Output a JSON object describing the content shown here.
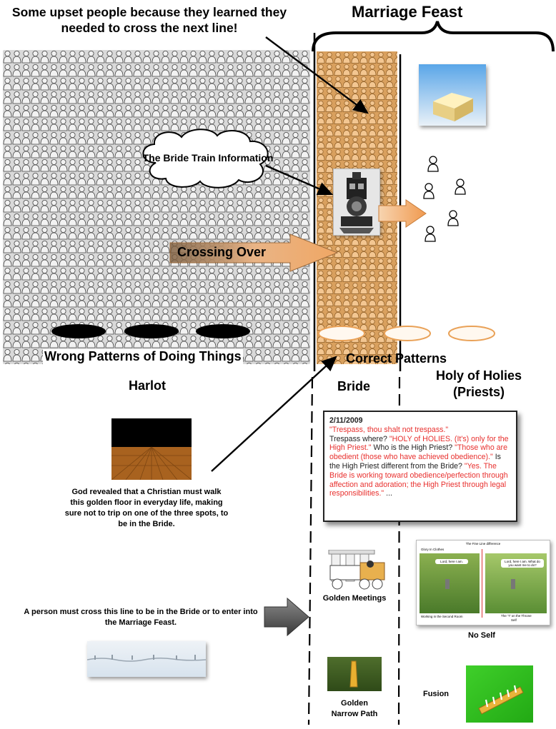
{
  "top_caption": "Some upset people because they learned they needed to cross the next line!",
  "feast_title": "Marriage Feast",
  "cloud_text": "The Bride Train Information",
  "crossing_over": "Crossing Over",
  "wrong_patterns": "Wrong Patterns of Doing  Things",
  "correct_patterns": "Correct Patterns",
  "harlot": "Harlot",
  "bride": "Bride",
  "holy_line1": "Holy of Holies",
  "holy_line2": "(Priests)",
  "note": {
    "date": "2/11/2009",
    "p1": "\"Trespass, thou shalt not trespass.\"",
    "p2": "Trespass where?",
    "p3": "\"HOLY of HOLIES.  (It's) only for the High Priest.\"",
    "p4": "Who is the High Priest?",
    "p5": "\"Those who are obedient (those who have achieved obedience).\"",
    "p6": "Is the High Priest different from the Bride?",
    "p7": "\"Yes.  The Bride is working toward obedience/perfection through affection and adoration; the High Priest through legal responsibilities.\"",
    "p8": "..."
  },
  "revealed_text": "God revealed  that a Christian must walk this golden floor in everyday life, making sure not to trip on one of the three spots, to be in the Bride.",
  "cross_line_text": "A person must cross this line to be in the Bride or to enter into the Marriage Feast.",
  "golden_meetings": "Golden Meetings",
  "no_self": "No Self",
  "fusion": "Fusion",
  "golden_narrow_1": "Golden",
  "golden_narrow_2": "Narrow Path",
  "thumb_no_self": {
    "title": "The Fine Line difference",
    "left_heading": "Glory In Clothes",
    "bubble_left": "Lord, here I am.",
    "bubble_right": "Lord, here I am. What do you want me to do?",
    "footer_left": "Working in the Second Room",
    "footer_right": "The \"I\" on the Throne",
    "footer_right_2": "Self"
  }
}
